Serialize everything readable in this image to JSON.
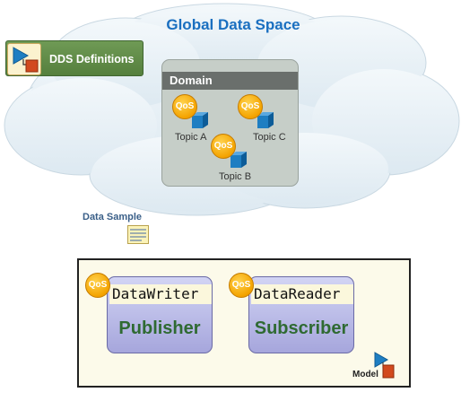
{
  "diagram": {
    "title": "Global Data Space",
    "dds_definitions": {
      "label": "DDS Definitions",
      "icon": "model-icon"
    },
    "domain": {
      "label": "Domain",
      "topics": [
        {
          "label": "Topic A",
          "qos": "QoS"
        },
        {
          "label": "Topic C",
          "qos": "QoS"
        },
        {
          "label": "Topic B",
          "qos": "QoS"
        }
      ]
    },
    "data_sample": {
      "label": "Data Sample",
      "icon": "data-sample-icon"
    },
    "application": {
      "publisher": {
        "label": "Publisher",
        "writer": "DataWriter",
        "qos": "QoS"
      },
      "subscriber": {
        "label": "Subscriber",
        "reader": "DataReader",
        "qos": "QoS"
      },
      "model": {
        "label": "Model",
        "icon": "model-icon"
      }
    },
    "colors": {
      "title": "#1a6fc0",
      "cloud": "#e6f0f6",
      "dds_button": "#5f8b48",
      "domain_header": "#6a6f6c",
      "qos_badge": "#f4a300",
      "topic_cube": "#1e7ec2",
      "entity_fill": "#b8b9e6",
      "entity_text": "#2f6a32"
    }
  }
}
